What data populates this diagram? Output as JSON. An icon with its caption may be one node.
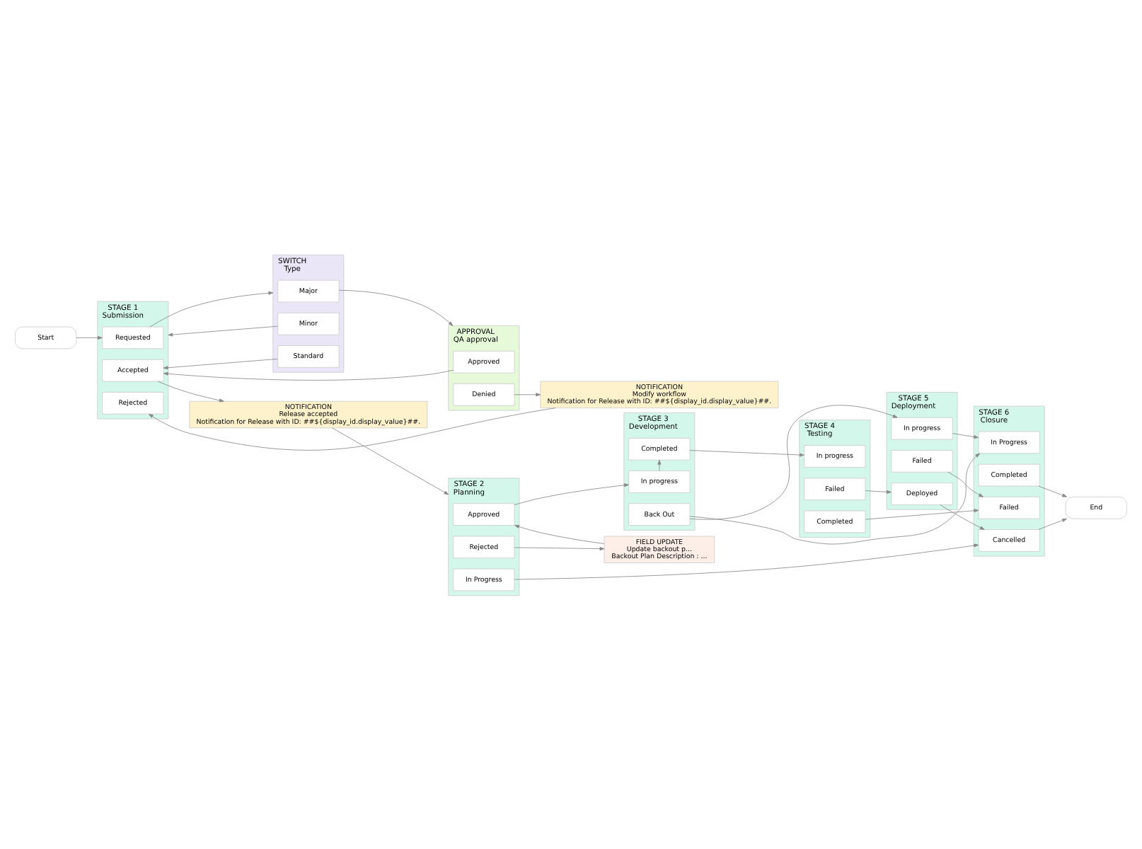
{
  "diagram": {
    "nodes": [
      {
        "text": [
          "Start"
        ]
      },
      {
        "text": [
          "STAGE 1",
          "Submission"
        ]
      },
      {
        "text": [
          "Requested"
        ],
        "in": 1
      },
      {
        "text": [
          "Accepted"
        ],
        "in": 1
      },
      {
        "text": [
          "Rejected"
        ],
        "in": 1
      },
      {
        "text": [
          "SWITCH",
          "Type"
        ]
      },
      {
        "text": [
          "Major"
        ],
        "in": 5
      },
      {
        "text": [
          "Minor"
        ],
        "in": 5
      },
      {
        "text": [
          "Standard"
        ],
        "in": 5
      },
      {
        "text": [
          "APPROVAL",
          "QA approval"
        ]
      },
      {
        "text": [
          "Approved"
        ],
        "in": 9
      },
      {
        "text": [
          "Denied"
        ],
        "in": 9
      },
      {
        "text": [
          "NOTIFICATION",
          "Modify workflow",
          "Notification for Release with ID: ##${display_id.display_value}##."
        ]
      },
      {
        "text": [
          "NOTIFICATION",
          "Release accepted",
          "Notification for Release with ID: ##${display_id.display_value}##."
        ]
      },
      {
        "text": [
          "STAGE 2",
          "Planning"
        ]
      },
      {
        "text": [
          "Approved"
        ],
        "in": 14
      },
      {
        "text": [
          "Rejected"
        ],
        "in": 14
      },
      {
        "text": [
          "In Progress"
        ],
        "in": 14
      },
      {
        "text": [
          "FIELD UPDATE",
          "Update backout p...",
          "Backout Plan Description : ..."
        ]
      },
      {
        "text": [
          "STAGE 3",
          "Development"
        ]
      },
      {
        "text": [
          "In progress"
        ],
        "in": 19
      },
      {
        "text": [
          "Completed"
        ],
        "in": 19
      },
      {
        "text": [
          "Back Out"
        ],
        "in": 19
      },
      {
        "text": [
          "STAGE 4",
          "Testing"
        ]
      },
      {
        "text": [
          "In progress"
        ],
        "in": 23
      },
      {
        "text": [
          "Failed"
        ],
        "in": 23
      },
      {
        "text": [
          "Completed"
        ],
        "in": 23
      },
      {
        "text": [
          "STAGE 5",
          "Deployment"
        ]
      },
      {
        "text": [
          "In progress"
        ],
        "in": 27
      },
      {
        "text": [
          "Deployed"
        ],
        "in": 27
      },
      {
        "text": [
          "Failed"
        ],
        "in": 27
      },
      {
        "text": [
          "STAGE 6",
          "Closure"
        ]
      },
      {
        "text": [
          "Cancelled"
        ],
        "in": 31
      },
      {
        "text": [
          "Completed"
        ],
        "in": 31
      },
      {
        "text": [
          "Failed"
        ],
        "in": 31
      },
      {
        "text": [
          "In Progress"
        ],
        "in": 31
      },
      {
        "text": [
          "End"
        ]
      }
    ],
    "edges": [
      {
        "from": 0,
        "to": 2,
        "arrow": "to"
      },
      {
        "from": 2,
        "to": 5,
        "arrow": "to"
      },
      {
        "from": 3,
        "to": 13,
        "arrow": "to"
      },
      {
        "from": 6,
        "to": 9,
        "arrow": "to"
      },
      {
        "from": 7,
        "to": 1,
        "arrow": "to"
      },
      {
        "from": 8,
        "to": 3,
        "arrow": "to"
      },
      {
        "from": 10,
        "to": 3,
        "arrow": "to"
      },
      {
        "from": 11,
        "to": 12,
        "arrow": "to"
      },
      {
        "from": 12,
        "to": 4,
        "arrow": "to"
      },
      {
        "from": 13,
        "to": 14,
        "arrow": "to"
      },
      {
        "from": 18,
        "to": 15,
        "arrow": "to"
      },
      {
        "from": 15,
        "to": 20,
        "arrow": "to"
      },
      {
        "from": 16,
        "to": 18,
        "arrow": "to"
      },
      {
        "from": 17,
        "to": 32,
        "arrow": "to"
      },
      {
        "from": 20,
        "to": 21,
        "arrow": "to"
      },
      {
        "from": 21,
        "to": 24,
        "arrow": "to"
      },
      {
        "from": 22,
        "to": 28,
        "arrow": "to"
      },
      {
        "from": 22,
        "to": 35,
        "arrow": "to"
      },
      {
        "from": 25,
        "to": 29,
        "arrow": "to"
      },
      {
        "from": 26,
        "to": 34,
        "arrow": "to"
      },
      {
        "from": 28,
        "to": 35,
        "arrow": "to"
      },
      {
        "from": 29,
        "to": 32,
        "arrow": "to"
      },
      {
        "from": 30,
        "to": 34,
        "arrow": "to"
      },
      {
        "from": 32,
        "to": 36,
        "arrow": "to"
      },
      {
        "from": 33,
        "to": 36,
        "arrow": "to"
      }
    ]
  }
}
